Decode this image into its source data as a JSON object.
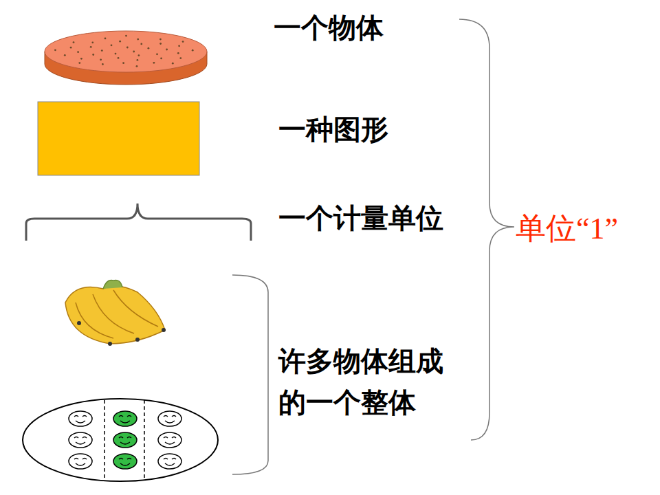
{
  "diagram": {
    "labels": [
      "一个物体",
      "一种图形",
      "一个计量单位",
      "许多物体组成的一个整体",
      "单位“1”"
    ]
  }
}
